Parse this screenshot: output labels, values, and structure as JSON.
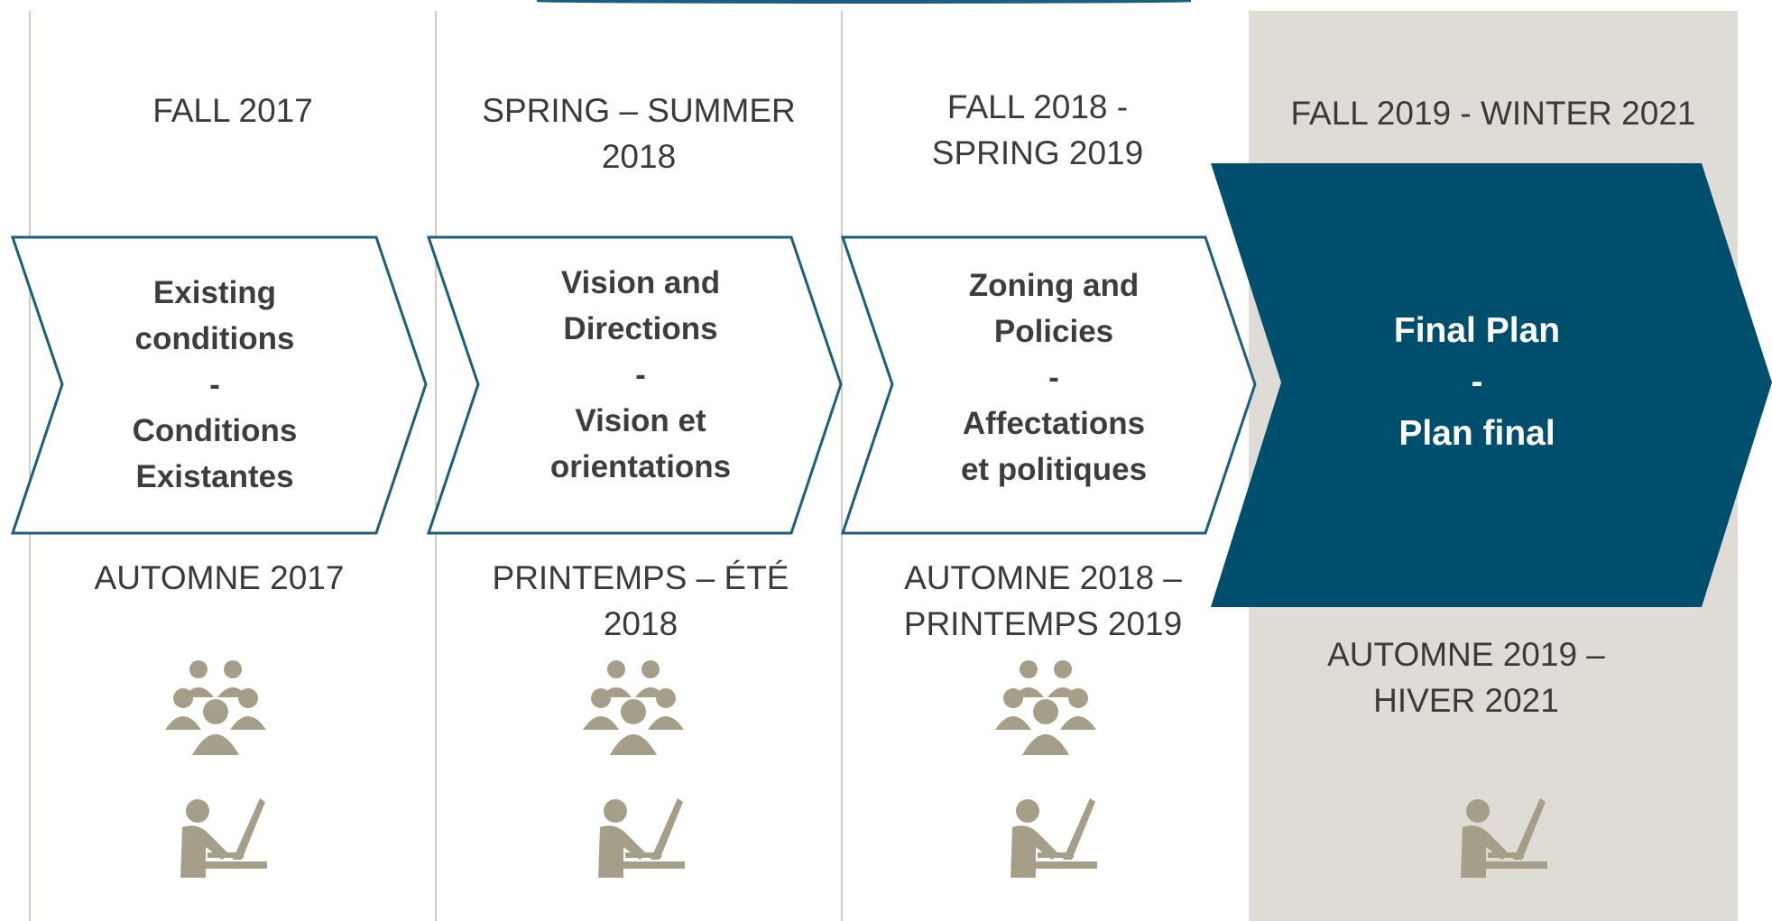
{
  "colors": {
    "accent": "#004e6e",
    "highlight_bg": "#dedcd4",
    "icon": "#a59e88",
    "outline": "#1d5d7d",
    "text": "#3a3a3a"
  },
  "phases": [
    {
      "period_en": [
        "FALL 2017"
      ],
      "stage": [
        "Existing",
        "conditions",
        "-",
        "Conditions",
        "Existantes"
      ],
      "period_fr": [
        "AUTOMNE 2017"
      ],
      "icons": [
        "group-icon",
        "computer-user-icon"
      ]
    },
    {
      "period_en": [
        "SPRING – SUMMER",
        "2018"
      ],
      "stage": [
        "Vision and",
        "Directions",
        "-",
        "Vision et",
        "orientations"
      ],
      "period_fr": [
        "PRINTEMPS – ÉTÉ",
        "2018"
      ],
      "icons": [
        "group-icon",
        "computer-user-icon"
      ]
    },
    {
      "period_en": [
        "FALL 2018 -",
        "SPRING 2019"
      ],
      "stage": [
        "Zoning and",
        "Policies",
        "-",
        "Affectations",
        "et politiques"
      ],
      "period_fr": [
        "AUTOMNE 2018 –",
        "PRINTEMPS 2019"
      ],
      "icons": [
        "group-icon",
        "computer-user-icon"
      ]
    },
    {
      "period_en": [
        "FALL 2019 - WINTER 2021"
      ],
      "stage": [
        "Final Plan",
        "-",
        "Plan final"
      ],
      "period_fr": [
        "AUTOMNE 2019 –",
        "HIVER 2021"
      ],
      "icons": [
        "computer-user-icon"
      ]
    }
  ]
}
